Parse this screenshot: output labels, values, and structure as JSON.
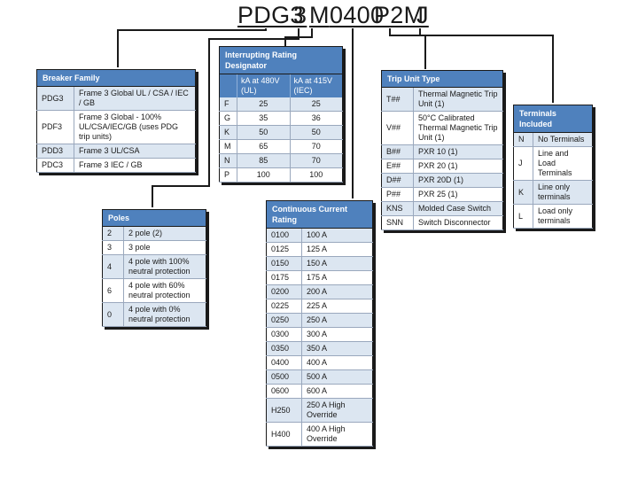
{
  "code": {
    "segments": [
      "PDG3",
      "3",
      "M",
      "0400",
      "P2M",
      "J"
    ]
  },
  "breaker_family": {
    "title": "Breaker Family",
    "rows": [
      {
        "code": "PDG3",
        "desc": "Frame 3 Global  UL / CSA / IEC / GB"
      },
      {
        "code": "PDF3",
        "desc": "Frame 3 Global - 100% UL/CSA/IEC/GB (uses PDG trip units)"
      },
      {
        "code": "PDD3",
        "desc": "Frame 3 UL/CSA"
      },
      {
        "code": "PDC3",
        "desc": "Frame 3 IEC / GB"
      }
    ]
  },
  "poles": {
    "title": "Poles",
    "rows": [
      {
        "code": "2",
        "desc": "2 pole (2)"
      },
      {
        "code": "3",
        "desc": "3 pole"
      },
      {
        "code": "4",
        "desc": "4 pole with 100% neutral protection"
      },
      {
        "code": "6",
        "desc": "4 pole with 60% neutral protection"
      },
      {
        "code": "0",
        "desc": "4 pole with 0% neutral protection"
      }
    ]
  },
  "interrupting": {
    "title": "Interrupting Rating Designator",
    "col1": "kA at 480V (UL)",
    "col2": "kA at 415V (IEC)",
    "rows": [
      {
        "code": "F",
        "a": "25",
        "b": "25"
      },
      {
        "code": "G",
        "a": "35",
        "b": "36"
      },
      {
        "code": "K",
        "a": "50",
        "b": "50"
      },
      {
        "code": "M",
        "a": "65",
        "b": "70"
      },
      {
        "code": "N",
        "a": "85",
        "b": "70"
      },
      {
        "code": "P",
        "a": "100",
        "b": "100"
      }
    ]
  },
  "continuous": {
    "title": "Continuous Current Rating",
    "rows": [
      {
        "code": "0100",
        "desc": "100 A"
      },
      {
        "code": "0125",
        "desc": "125 A"
      },
      {
        "code": "0150",
        "desc": "150 A"
      },
      {
        "code": "0175",
        "desc": "175 A"
      },
      {
        "code": "0200",
        "desc": "200 A"
      },
      {
        "code": "0225",
        "desc": "225 A"
      },
      {
        "code": "0250",
        "desc": "250 A"
      },
      {
        "code": "0300",
        "desc": "300 A"
      },
      {
        "code": "0350",
        "desc": "350 A"
      },
      {
        "code": "0400",
        "desc": "400 A"
      },
      {
        "code": "0500",
        "desc": "500 A"
      },
      {
        "code": "0600",
        "desc": "600 A"
      },
      {
        "code": "H250",
        "desc": "250 A High Override"
      },
      {
        "code": "H400",
        "desc": "400 A High Override"
      }
    ]
  },
  "trip_unit": {
    "title": "Trip Unit Type",
    "rows": [
      {
        "code": "T##",
        "desc": "Thermal Magnetic Trip Unit    (1)"
      },
      {
        "code": "V##",
        "desc": "50°C Calibrated Thermal Magnetic Trip Unit    (1)"
      },
      {
        "code": "B##",
        "desc": "PXR 10    (1)"
      },
      {
        "code": "E##",
        "desc": "PXR 20    (1)"
      },
      {
        "code": "D##",
        "desc": "PXR 20D    (1)"
      },
      {
        "code": "P##",
        "desc": "PXR 25    (1)"
      },
      {
        "code": "KNS",
        "desc": "Molded Case Switch"
      },
      {
        "code": "SNN",
        "desc": "Switch Disconnector"
      }
    ]
  },
  "terminals": {
    "title": "Terminals Included",
    "rows": [
      {
        "code": "N",
        "desc": "No Terminals"
      },
      {
        "code": "J",
        "desc": "Line and Load Terminals"
      },
      {
        "code": "K",
        "desc": "Line only terminals"
      },
      {
        "code": "L",
        "desc": "Load only terminals"
      }
    ]
  }
}
